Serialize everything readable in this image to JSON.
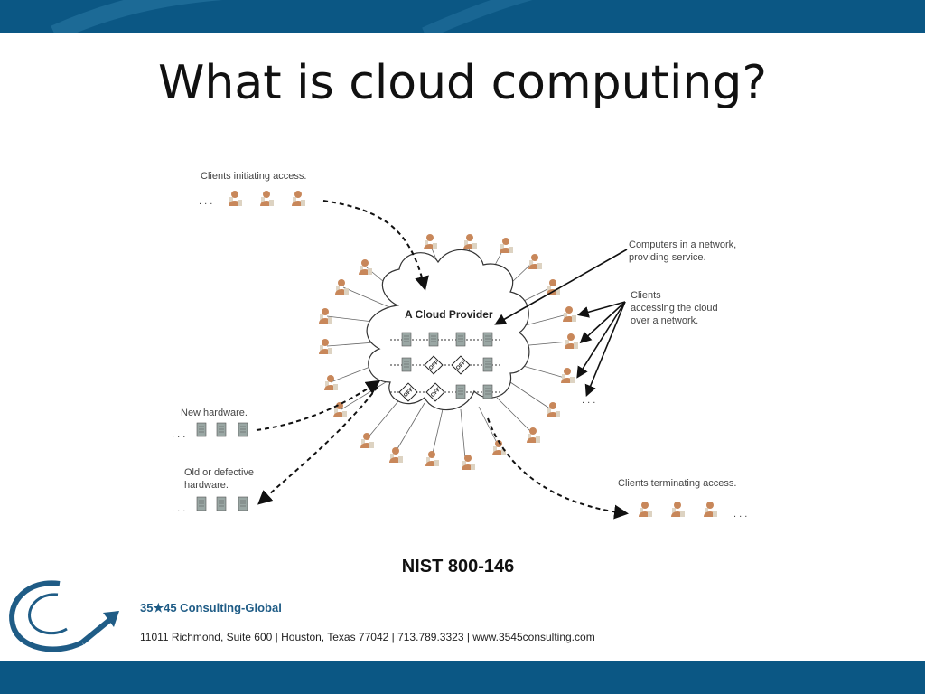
{
  "slide": {
    "title": "What is cloud computing?",
    "caption": "NIST 800-146"
  },
  "diagram": {
    "labels": {
      "clients_initiating": "Clients initiating access.",
      "computers_network_1": "Computers in a network,",
      "computers_network_2": "providing service.",
      "clients_accessing_1": "Clients",
      "clients_accessing_2": "accessing the cloud",
      "clients_accessing_3": "over a network.",
      "cloud_provider": "A Cloud Provider",
      "new_hardware": "New hardware.",
      "old_hardware_1": "Old or defective",
      "old_hardware_2": "hardware.",
      "clients_terminating": "Clients terminating access.",
      "ellipsis": ". . .",
      "off": "OFF"
    }
  },
  "footer": {
    "company": "35★45 Consulting-Global",
    "address": "11011 Richmond, Suite 600 | Houston, Texas 77042 | 713.789.3323 | www.3545consulting.com"
  },
  "colors": {
    "brand_blue": "#0b5784",
    "logo_blue": "#1f5c86",
    "client_tan": "#c8875a"
  }
}
